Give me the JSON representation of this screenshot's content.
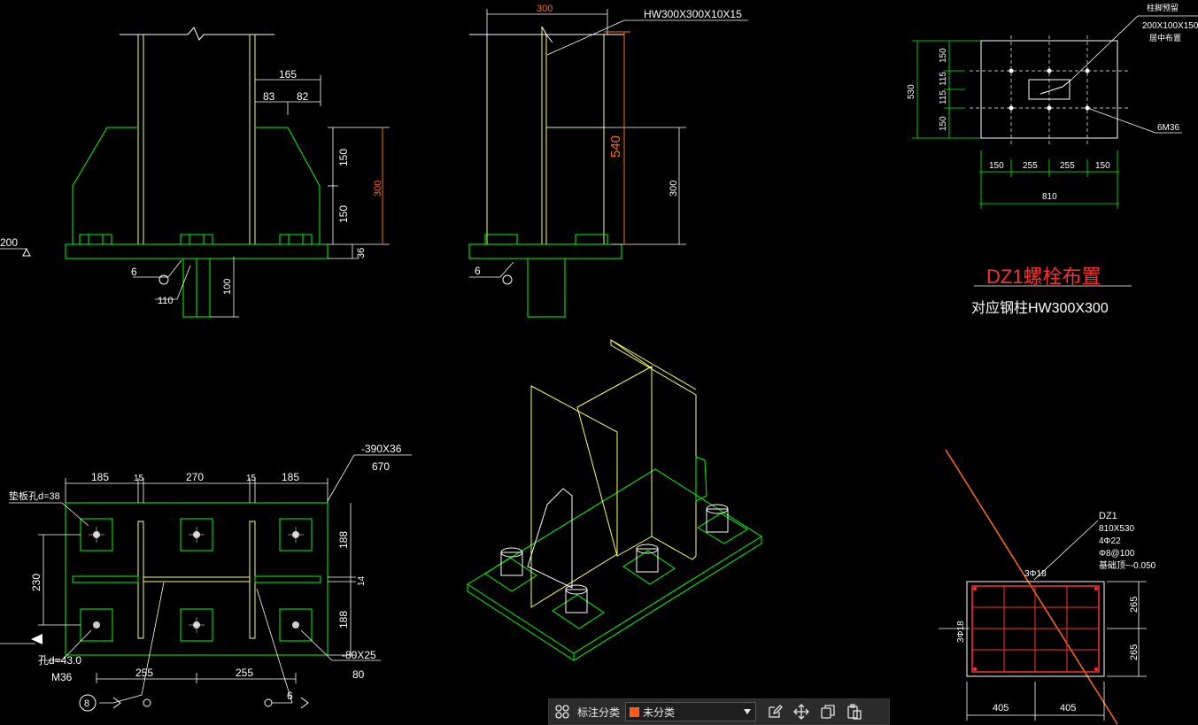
{
  "colors": {
    "background": "#000000",
    "green": "#00ff00",
    "yellow": "#ffff66",
    "white": "#ffffff",
    "orange": "#ff6a1a",
    "red": "#ff3030",
    "magenta": "#ff66aa",
    "toolbar_bg": "#2b2b2b",
    "swatch": "#ff5a1a"
  },
  "drawing": {
    "front_view": {
      "dim_top": "165",
      "dim_left": "83",
      "dim_right": "82",
      "dim_upper": "150",
      "dim_lower": "150",
      "dim_total": "300",
      "dim_plate": "36",
      "dim_weld": "6",
      "dim_lug": "110",
      "dim_lug_height": "100",
      "edge_label": "200"
    },
    "side_view": {
      "dim_width": "300",
      "section_label": "HW300X300X10X15",
      "dim_height": "540",
      "dim_stiff": "300",
      "dim_weld": "6"
    },
    "bolt_layout": {
      "title": "DZ1螺栓布置",
      "subtitle": "对应钢柱HW300X300",
      "note_top1": "柱脚预留",
      "note_top2": "200X100X150",
      "note_top3": "居中布置",
      "note_bolts": "6M36",
      "dim_h1": "150",
      "dim_h2": "255",
      "dim_h3": "255",
      "dim_h4": "150",
      "dim_total": "810",
      "dim_v_total": "530",
      "dim_v1": "150",
      "dim_v2": "115",
      "dim_v3": "115",
      "dim_v4": "150"
    },
    "plan_view": {
      "plate_label": "-390X36",
      "plate_sub": "670",
      "dim_a": "185",
      "dim_b": "15",
      "dim_c": "270",
      "dim_d": "15",
      "dim_e": "185",
      "hole_label": "垫板孔d=38",
      "dim_left": "230",
      "dim_right_top": "188",
      "dim_right_mid": "14",
      "dim_right_bottom": "188",
      "bolt_hole": "孔d=43.0",
      "bolt_size": "M36",
      "dim_bottom_left": "255",
      "dim_bottom_right": "255",
      "washer_label": "-80X25",
      "washer_sub": "80",
      "circle_label": "8",
      "weld_label": "6"
    },
    "column_section": {
      "title": "DZ1",
      "size": "810X530",
      "rebar_main": "4Φ22",
      "stirrup": "Φ8@100",
      "elevation": "基础顶~-0.050",
      "top_bars": "3Φ18",
      "side_bars": "3Φ18",
      "dim_v1": "265",
      "dim_v2": "265",
      "dim_h1": "405",
      "dim_h2": "405"
    }
  },
  "toolbar": {
    "label": "标注分类",
    "selected": "未分类",
    "icons": [
      "grid-icon",
      "edit-icon",
      "move-icon",
      "copy-icon",
      "paste-icon"
    ]
  }
}
